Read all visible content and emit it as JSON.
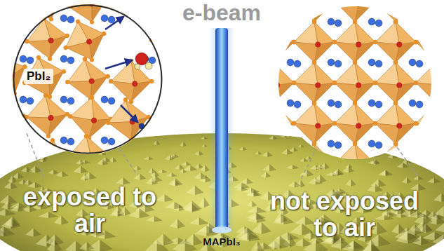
{
  "diagram": {
    "nodes": [
      {
        "text": [
          "PbI₂"
        ]
      }
    ],
    "labels": [
      "e-beam",
      "exposed to air",
      "not exposed to air",
      "MAPbI₃"
    ]
  }
}
